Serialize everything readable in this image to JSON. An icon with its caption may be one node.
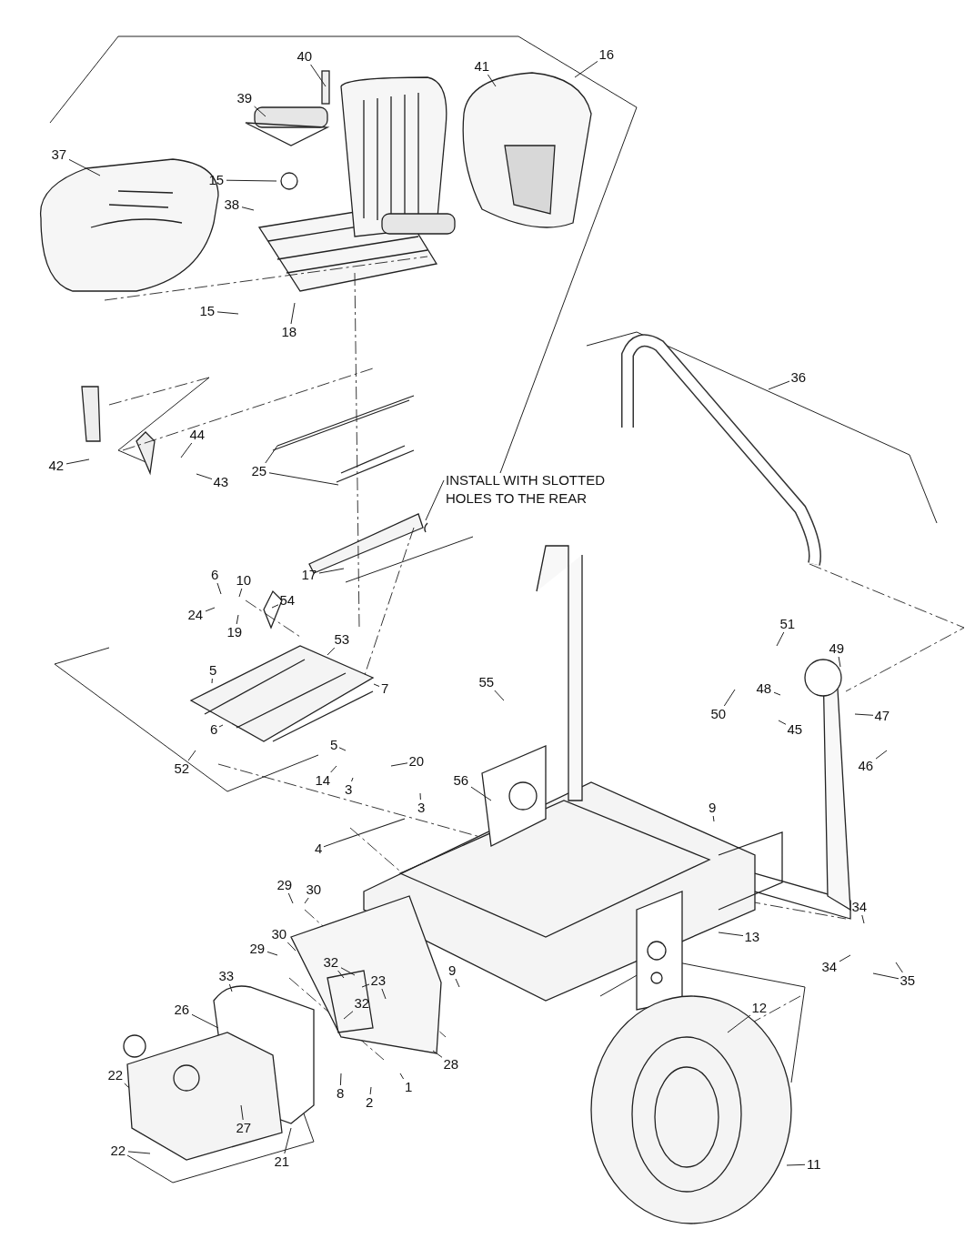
{
  "diagram": {
    "nodes": [
      {
        "text": [
          "40"
        ]
      },
      {
        "text": [
          "41"
        ]
      },
      {
        "text": [
          "16"
        ]
      },
      {
        "text": [
          "39"
        ]
      },
      {
        "text": [
          "37"
        ]
      },
      {
        "text": [
          "15"
        ]
      },
      {
        "text": [
          "38"
        ]
      },
      {
        "text": [
          "15"
        ]
      },
      {
        "text": [
          "18"
        ]
      },
      {
        "text": [
          "36"
        ]
      },
      {
        "text": [
          "44"
        ]
      },
      {
        "text": [
          "42"
        ]
      },
      {
        "text": [
          "25"
        ]
      },
      {
        "text": [
          "43"
        ]
      },
      {
        "text": [
          "INSTALL WITH SLOTTED HOLES TO THE REAR"
        ]
      },
      {
        "text": [
          "17"
        ]
      },
      {
        "text": [
          "6"
        ]
      },
      {
        "text": [
          "10"
        ]
      },
      {
        "text": [
          "54"
        ]
      },
      {
        "text": [
          "24"
        ]
      },
      {
        "text": [
          "51"
        ]
      },
      {
        "text": [
          "19"
        ]
      },
      {
        "text": [
          "53"
        ]
      },
      {
        "text": [
          "49"
        ]
      },
      {
        "text": [
          "5"
        ]
      },
      {
        "text": [
          "55"
        ]
      },
      {
        "text": [
          "7"
        ]
      },
      {
        "text": [
          "48"
        ]
      },
      {
        "text": [
          "50"
        ]
      },
      {
        "text": [
          "47"
        ]
      },
      {
        "text": [
          "45"
        ]
      },
      {
        "text": [
          "6"
        ]
      },
      {
        "text": [
          "5"
        ]
      },
      {
        "text": [
          "52"
        ]
      },
      {
        "text": [
          "20"
        ]
      },
      {
        "text": [
          "46"
        ]
      },
      {
        "text": [
          "14"
        ]
      },
      {
        "text": [
          "56"
        ]
      },
      {
        "text": [
          "3"
        ]
      },
      {
        "text": [
          "3"
        ]
      },
      {
        "text": [
          "9"
        ]
      },
      {
        "text": [
          "4"
        ]
      },
      {
        "text": [
          "29"
        ]
      },
      {
        "text": [
          "30"
        ]
      },
      {
        "text": [
          "34"
        ]
      },
      {
        "text": [
          "30"
        ]
      },
      {
        "text": [
          "13"
        ]
      },
      {
        "text": [
          "29"
        ]
      },
      {
        "text": [
          "32"
        ]
      },
      {
        "text": [
          "34"
        ]
      },
      {
        "text": [
          "9"
        ]
      },
      {
        "text": [
          "33"
        ]
      },
      {
        "text": [
          "23"
        ]
      },
      {
        "text": [
          "35"
        ]
      },
      {
        "text": [
          "32"
        ]
      },
      {
        "text": [
          "12"
        ]
      },
      {
        "text": [
          "26"
        ]
      },
      {
        "text": [
          "28"
        ]
      },
      {
        "text": [
          "22"
        ]
      },
      {
        "text": [
          "1"
        ]
      },
      {
        "text": [
          "8"
        ]
      },
      {
        "text": [
          "2"
        ]
      },
      {
        "text": [
          "27"
        ]
      },
      {
        "text": [
          "22"
        ]
      },
      {
        "text": [
          "21"
        ]
      },
      {
        "text": [
          "11"
        ]
      }
    ],
    "edges": [
      {
        "from": 0,
        "to": null,
        "arrow": "none"
      },
      {
        "from": 1,
        "to": null,
        "arrow": "none"
      },
      {
        "from": 2,
        "to": null,
        "arrow": "none"
      },
      {
        "from": 3,
        "to": null,
        "arrow": "none"
      },
      {
        "from": 4,
        "to": null,
        "arrow": "none"
      },
      {
        "from": 5,
        "to": null,
        "arrow": "none"
      },
      {
        "from": 6,
        "to": null,
        "arrow": "none"
      },
      {
        "from": 7,
        "to": null,
        "arrow": "none"
      },
      {
        "from": 8,
        "to": null,
        "arrow": "none"
      },
      {
        "from": 9,
        "to": null,
        "arrow": "none"
      },
      {
        "from": 10,
        "to": null,
        "arrow": "none"
      },
      {
        "from": 11,
        "to": null,
        "arrow": "none"
      },
      {
        "from": 12,
        "to": null,
        "arrow": "none"
      },
      {
        "from": 12,
        "to": null,
        "arrow": "none"
      },
      {
        "from": 13,
        "to": null,
        "arrow": "none"
      },
      {
        "from": 14,
        "to": null,
        "arrow": "none"
      },
      {
        "from": 15,
        "to": null,
        "arrow": "none"
      },
      {
        "from": 16,
        "to": null,
        "arrow": "none"
      },
      {
        "from": 17,
        "to": null,
        "arrow": "none"
      },
      {
        "from": 18,
        "to": null,
        "arrow": "none"
      },
      {
        "from": 19,
        "to": null,
        "arrow": "none"
      },
      {
        "from": 20,
        "to": null,
        "arrow": "none"
      },
      {
        "from": 21,
        "to": null,
        "arrow": "none"
      },
      {
        "from": 22,
        "to": null,
        "arrow": "none"
      },
      {
        "from": 23,
        "to": null,
        "arrow": "none"
      },
      {
        "from": 24,
        "to": null,
        "arrow": "none"
      },
      {
        "from": 25,
        "to": null,
        "arrow": "none"
      },
      {
        "from": 26,
        "to": null,
        "arrow": "none"
      },
      {
        "from": 27,
        "to": null,
        "arrow": "none"
      },
      {
        "from": 28,
        "to": null,
        "arrow": "none"
      },
      {
        "from": 29,
        "to": null,
        "arrow": "none"
      },
      {
        "from": 30,
        "to": null,
        "arrow": "none"
      },
      {
        "from": 31,
        "to": null,
        "arrow": "none"
      },
      {
        "from": 32,
        "to": null,
        "arrow": "none"
      },
      {
        "from": 33,
        "to": null,
        "arrow": "none"
      },
      {
        "from": 34,
        "to": null,
        "arrow": "none"
      },
      {
        "from": 35,
        "to": null,
        "arrow": "none"
      },
      {
        "from": 36,
        "to": null,
        "arrow": "none"
      },
      {
        "from": 37,
        "to": null,
        "arrow": "none"
      },
      {
        "from": 38,
        "to": null,
        "arrow": "none"
      },
      {
        "from": 39,
        "to": null,
        "arrow": "none"
      },
      {
        "from": 40,
        "to": null,
        "arrow": "none"
      },
      {
        "from": 41,
        "to": null,
        "arrow": "none"
      },
      {
        "from": 42,
        "to": null,
        "arrow": "none"
      },
      {
        "from": 43,
        "to": null,
        "arrow": "none"
      },
      {
        "from": 44,
        "to": null,
        "arrow": "none"
      },
      {
        "from": 45,
        "to": null,
        "arrow": "none"
      },
      {
        "from": 46,
        "to": null,
        "arrow": "none"
      },
      {
        "from": 47,
        "to": null,
        "arrow": "none"
      },
      {
        "from": 48,
        "to": null,
        "arrow": "none"
      },
      {
        "from": 48,
        "to": null,
        "arrow": "none"
      },
      {
        "from": 49,
        "to": null,
        "arrow": "none"
      },
      {
        "from": 50,
        "to": null,
        "arrow": "none"
      },
      {
        "from": 51,
        "to": null,
        "arrow": "none"
      },
      {
        "from": 52,
        "to": null,
        "arrow": "none"
      },
      {
        "from": 52,
        "to": null,
        "arrow": "none"
      },
      {
        "from": 53,
        "to": null,
        "arrow": "none"
      },
      {
        "from": 53,
        "to": null,
        "arrow": "none"
      },
      {
        "from": 54,
        "to": null,
        "arrow": "none"
      },
      {
        "from": 55,
        "to": null,
        "arrow": "none"
      },
      {
        "from": 56,
        "to": null,
        "arrow": "none"
      },
      {
        "from": 57,
        "to": null,
        "arrow": "none"
      },
      {
        "from": 58,
        "to": null,
        "arrow": "none"
      },
      {
        "from": 59,
        "to": null,
        "arrow": "none"
      },
      {
        "from": 60,
        "to": null,
        "arrow": "none"
      },
      {
        "from": 61,
        "to": null,
        "arrow": "none"
      },
      {
        "from": 62,
        "to": null,
        "arrow": "none"
      },
      {
        "from": 63,
        "to": null,
        "arrow": "none"
      },
      {
        "from": 64,
        "to": null,
        "arrow": "none"
      },
      {
        "from": 65,
        "to": null,
        "arrow": "none"
      }
    ]
  }
}
